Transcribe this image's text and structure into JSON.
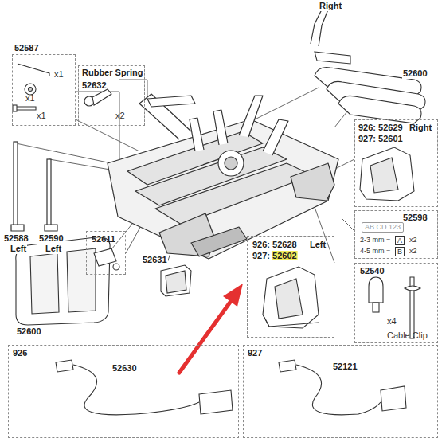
{
  "diagram": {
    "nodes": [
      {
        "text": [
          "52587",
          "x1",
          "x1",
          "x1"
        ]
      },
      {
        "text": [
          "Rubber Spring",
          "52632",
          "x2"
        ]
      },
      {
        "text": [
          "926: 52629",
          "927: 52601",
          "Right"
        ]
      },
      {
        "text": [
          "52611"
        ]
      },
      {
        "text": [
          "926: 52628",
          "927: 52602",
          "Left"
        ]
      },
      {
        "text": [
          "52598",
          "AB CD 123",
          "2-3 mm =",
          "A",
          "x2",
          "4-5 mm =",
          "B",
          "x2"
        ]
      },
      {
        "text": [
          "52540",
          "x4",
          "Cable Clip"
        ]
      },
      {
        "text": [
          "926",
          "52630"
        ]
      },
      {
        "text": [
          "927",
          "52121"
        ]
      }
    ],
    "labels": [
      "Right",
      "52600",
      "52588",
      "Left",
      "52590",
      "Left",
      "52631",
      "52600"
    ]
  }
}
